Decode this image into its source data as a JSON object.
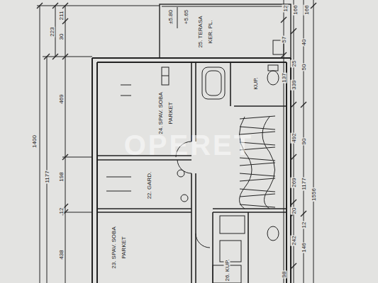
{
  "diagram": {
    "labels": [
      "223",
      "30",
      "211",
      "469",
      "1400",
      "1177",
      "198",
      "12",
      "438",
      "12",
      "166",
      "166",
      "57",
      "25",
      "137",
      "50",
      "40",
      "339",
      "492",
      "90",
      "269",
      "1177",
      "1556",
      "20",
      "12",
      "242",
      "146",
      "98",
      "±5.80",
      "+5.65",
      "25. TERASA",
      "KER. PL.",
      "24. SPAV. SOBA",
      "PARKET",
      "22. GARD.",
      "23. SPAV. SOBA",
      "PARKET",
      "26. KUP.",
      "KUP.",
      "OPERET"
    ]
  }
}
